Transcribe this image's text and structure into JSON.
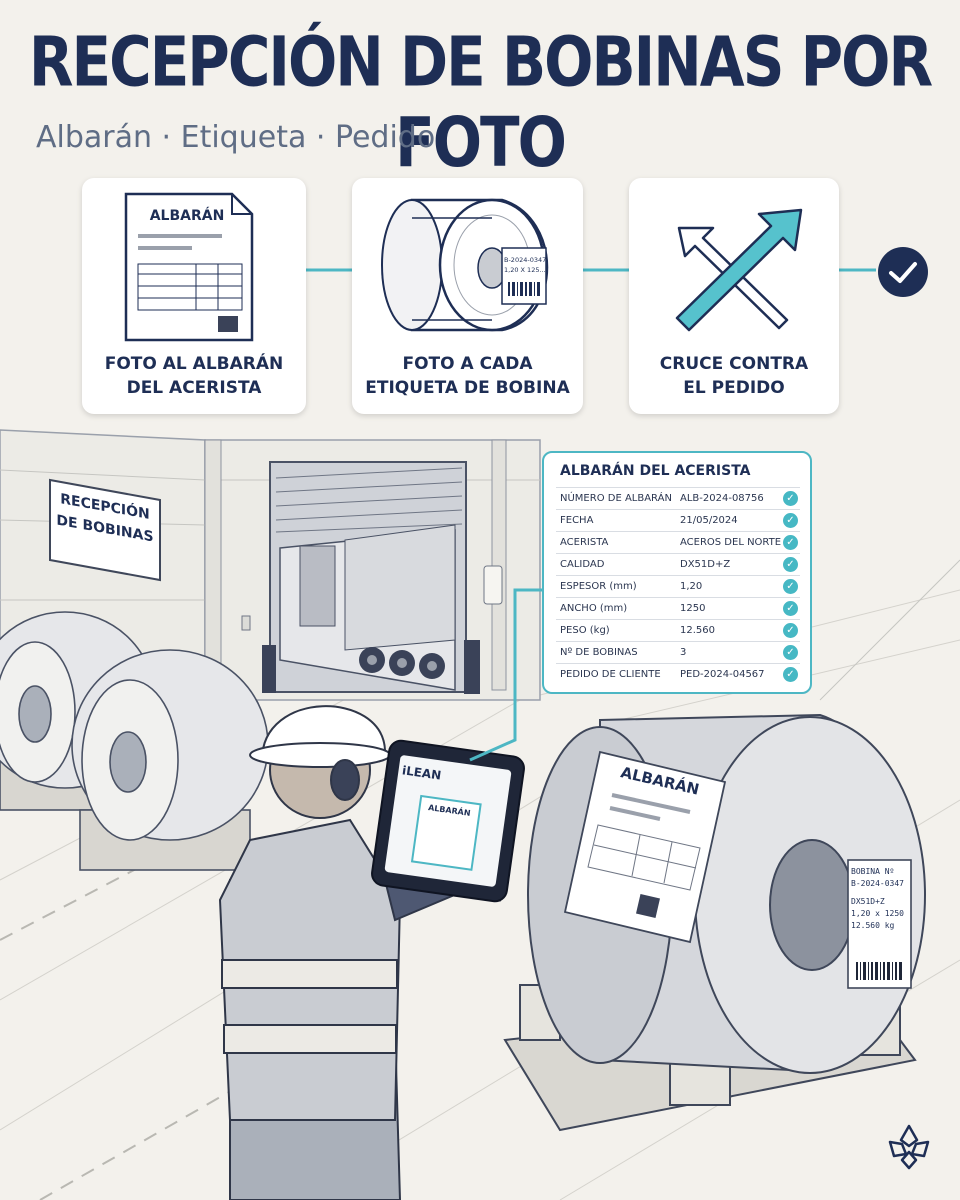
{
  "header": {
    "title": "RECEPCIÓN DE BOBINAS POR FOTO",
    "subtitle": "Albarán · Etiqueta · Pedido"
  },
  "steps": [
    {
      "label": "FOTO AL ALBARÁN\nDEL ACERISTA",
      "doc_title": "ALBARÁN"
    },
    {
      "label": "FOTO A CADA\nETIQUETA DE BOBINA",
      "tag_lines": [
        "B-2024-0347",
        "1,20 X 125..."
      ]
    },
    {
      "label": "CRUCE CONTRA\nEL PEDIDO"
    }
  ],
  "sign": {
    "line1": "RECEPCIÓN",
    "line2": "DE BOBINAS"
  },
  "panel": {
    "title": "ALBARÁN DEL ACERISTA",
    "rows": [
      {
        "key": "NÚMERO DE ALBARÁN",
        "value": "ALB-2024-08756"
      },
      {
        "key": "FECHA",
        "value": "21/05/2024"
      },
      {
        "key": "ACERISTA",
        "value": "ACEROS DEL NORTE"
      },
      {
        "key": "CALIDAD",
        "value": "DX51D+Z"
      },
      {
        "key": "ESPESOR (mm)",
        "value": "1,20"
      },
      {
        "key": "ANCHO (mm)",
        "value": "1250"
      },
      {
        "key": "PESO (kg)",
        "value": "12.560"
      },
      {
        "key": "Nº DE BOBINAS",
        "value": "3"
      },
      {
        "key": "PEDIDO DE CLIENTE",
        "value": "PED-2024-04567"
      }
    ]
  },
  "tablet": {
    "brand": "iLEAN",
    "doc_title": "ALBARÁN"
  },
  "coil": {
    "doc_title": "ALBARÁN",
    "label_title": "BOBINA Nº",
    "label_id": "B-2024-0347",
    "label_grade": "DX51D+Z",
    "label_dims": "1,20 x 1250",
    "label_weight": "12.560 kg"
  },
  "colors": {
    "navy": "#1e2e55",
    "accent": "#4db7c4",
    "background": "#f3f1ec"
  },
  "icons": [
    "document-icon",
    "coil-icon",
    "cross-arrows-icon",
    "check-icon",
    "logo-icon"
  ]
}
